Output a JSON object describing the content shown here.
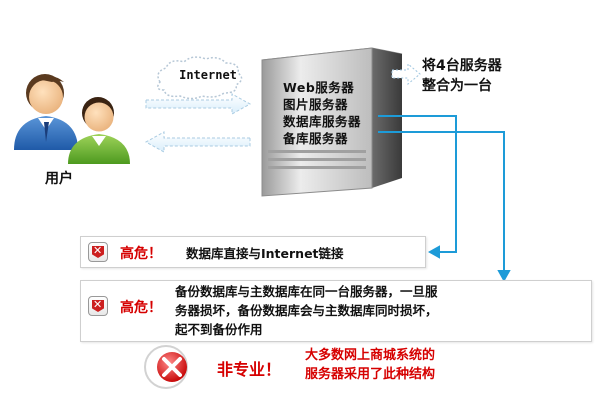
{
  "network": {
    "cloud_label": "Internet"
  },
  "user": {
    "label": "用户"
  },
  "server": {
    "roles": [
      "Web服务器",
      "图片服务器",
      "数据库服务器",
      "备库服务器"
    ]
  },
  "callout": {
    "lines": [
      "将4台服务器",
      "整合为一台"
    ]
  },
  "warnings": [
    {
      "label": "高危！",
      "text": "数据库直接与Internet链接"
    },
    {
      "label": "高危！",
      "lines": [
        "备份数据库与主数据库在同一台服务器，一旦服",
        "务器损坏，备份数据库会与主数据库同时损坏，",
        "起不到备份作用"
      ]
    }
  ],
  "summary": {
    "label": "非专业！",
    "lines": [
      "大多数网上商城系统的",
      "服务器采用了此种结构"
    ]
  },
  "colors": {
    "accent_blue": "#1d9bd8",
    "danger_red": "#d60000"
  }
}
